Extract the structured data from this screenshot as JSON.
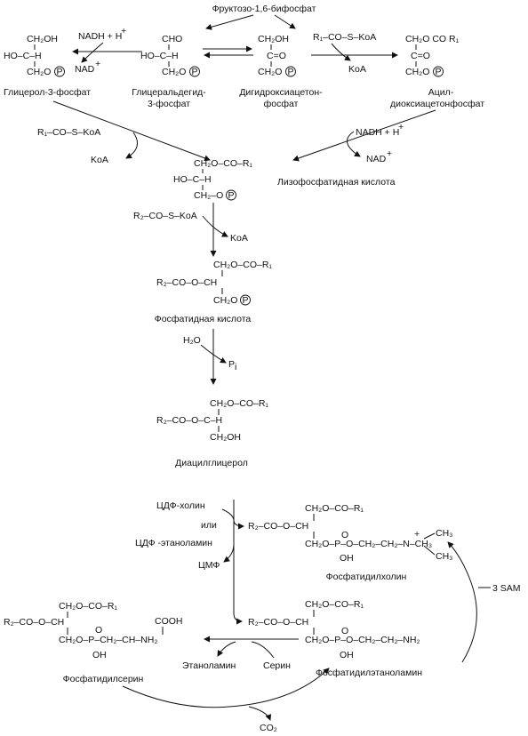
{
  "title": "Фруктозо-1,6-бифосфат",
  "compounds": {
    "glycerol3p": "Глицерол-3-фосфат",
    "gald3p_1": "Глицеральдегид-",
    "gald3p_2": "3-фосфат",
    "dhap_1": "Дигидроксиацетон-",
    "dhap_2": "фосфат",
    "acyldhap_1": "Ацил-",
    "acyldhap_2": "диоксиацетонфосфат",
    "lysopa": "Лизофосфатидная кислота",
    "pa": "Фосфатидная кислота",
    "dag": "Диацилглицерол",
    "pc": "Фосфатидилхолин",
    "pe": "Фосфатидилэтаноламин",
    "ps": "Фосфатидилсерин"
  },
  "reagents": {
    "nadh": "NADH + H",
    "nad": "NAD",
    "koa": "KoA",
    "r1coskoa": "R₁–CO–S–KoA",
    "r2coskoa": "R₂–CO–S–KoA",
    "h2o": "H₂O",
    "pi": "P",
    "cdp_choline": "ЦДФ-холин",
    "or": "или",
    "cdp_ethanolamine": "ЦДФ -этаноламин",
    "cmp": "ЦМФ",
    "sam": "3 SAM",
    "ethanolamine": "Этаноламин",
    "serine": "Серин",
    "co2": "CO₂"
  }
}
